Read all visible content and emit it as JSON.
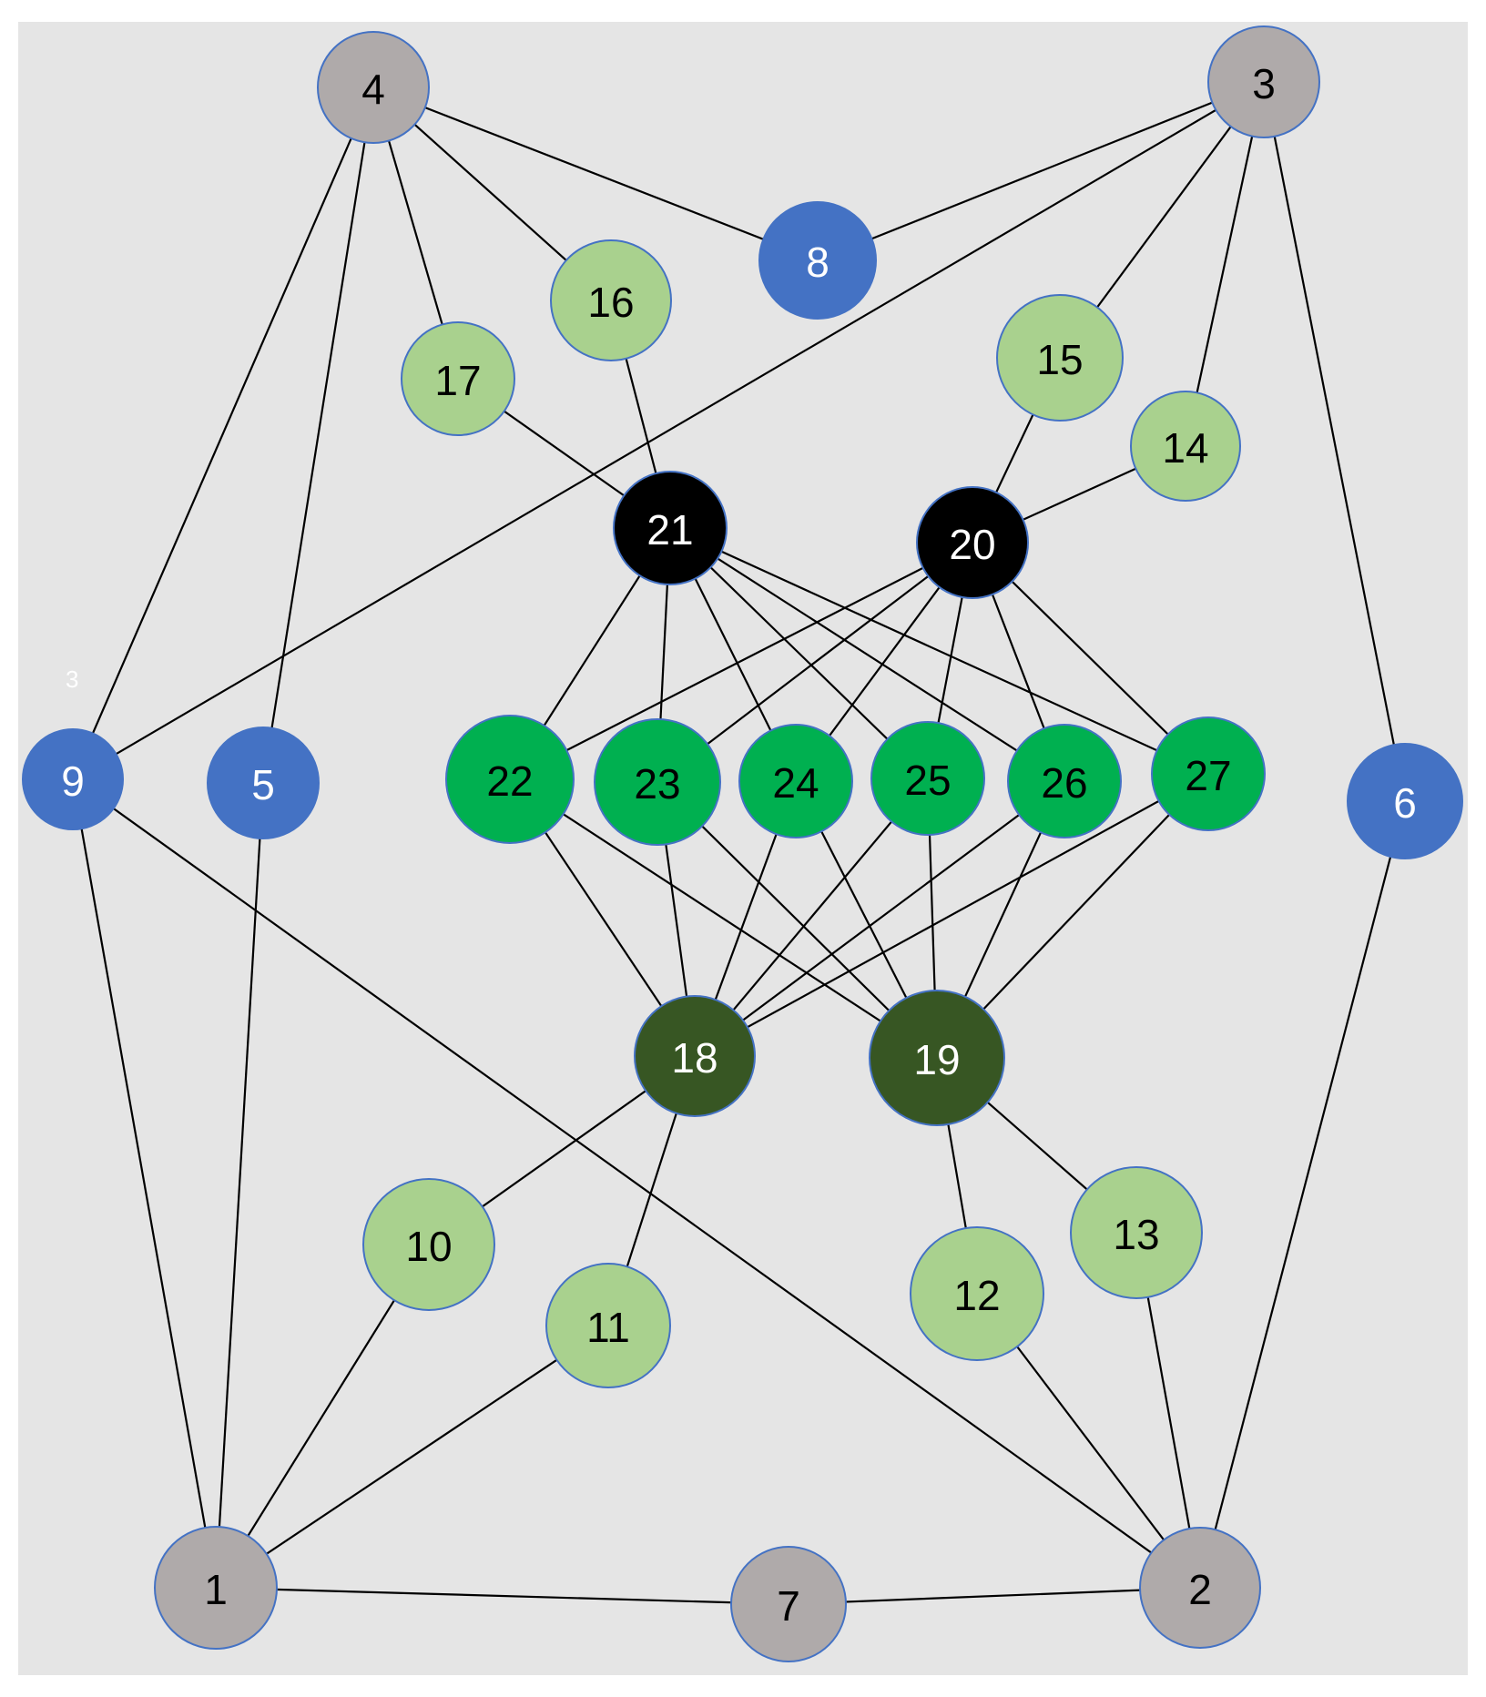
{
  "palette": {
    "background": "#e5e5e5",
    "gray": "#afaaaa",
    "blue": "#4472c4",
    "light_green": "#a9d18e",
    "green": "#00b050",
    "dark_green": "#375623",
    "black": "#000000",
    "node_border": "#4472c4"
  },
  "stray_mark": "3",
  "nodes": [
    {
      "id": "1",
      "label": "1",
      "color": "gray",
      "text": "#000000"
    },
    {
      "id": "2",
      "label": "2",
      "color": "gray",
      "text": "#000000"
    },
    {
      "id": "3",
      "label": "3",
      "color": "gray",
      "text": "#000000"
    },
    {
      "id": "4",
      "label": "4",
      "color": "gray",
      "text": "#000000"
    },
    {
      "id": "5",
      "label": "5",
      "color": "blue",
      "text": "#ffffff"
    },
    {
      "id": "6",
      "label": "6",
      "color": "blue",
      "text": "#ffffff"
    },
    {
      "id": "7",
      "label": "7",
      "color": "gray",
      "text": "#000000"
    },
    {
      "id": "8",
      "label": "8",
      "color": "blue",
      "text": "#ffffff"
    },
    {
      "id": "9",
      "label": "9",
      "color": "blue",
      "text": "#ffffff"
    },
    {
      "id": "10",
      "label": "10",
      "color": "light_green",
      "text": "#000000"
    },
    {
      "id": "11",
      "label": "11",
      "color": "light_green",
      "text": "#000000"
    },
    {
      "id": "12",
      "label": "12",
      "color": "light_green",
      "text": "#000000"
    },
    {
      "id": "13",
      "label": "13",
      "color": "light_green",
      "text": "#000000"
    },
    {
      "id": "14",
      "label": "14",
      "color": "light_green",
      "text": "#000000"
    },
    {
      "id": "15",
      "label": "15",
      "color": "light_green",
      "text": "#000000"
    },
    {
      "id": "16",
      "label": "16",
      "color": "light_green",
      "text": "#000000"
    },
    {
      "id": "17",
      "label": "17",
      "color": "light_green",
      "text": "#000000"
    },
    {
      "id": "18",
      "label": "18",
      "color": "dark_green",
      "text": "#ffffff"
    },
    {
      "id": "19",
      "label": "19",
      "color": "dark_green",
      "text": "#ffffff"
    },
    {
      "id": "20",
      "label": "20",
      "color": "black",
      "text": "#ffffff"
    },
    {
      "id": "21",
      "label": "21",
      "color": "black",
      "text": "#ffffff"
    },
    {
      "id": "22",
      "label": "22",
      "color": "green",
      "text": "#000000"
    },
    {
      "id": "23",
      "label": "23",
      "color": "green",
      "text": "#000000"
    },
    {
      "id": "24",
      "label": "24",
      "color": "green",
      "text": "#000000"
    },
    {
      "id": "25",
      "label": "25",
      "color": "green",
      "text": "#000000"
    },
    {
      "id": "26",
      "label": "26",
      "color": "green",
      "text": "#000000"
    },
    {
      "id": "27",
      "label": "27",
      "color": "green",
      "text": "#000000"
    }
  ],
  "edges": [
    [
      "4",
      "17"
    ],
    [
      "4",
      "16"
    ],
    [
      "4",
      "8"
    ],
    [
      "4",
      "9"
    ],
    [
      "4",
      "5"
    ],
    [
      "3",
      "8"
    ],
    [
      "3",
      "15"
    ],
    [
      "3",
      "14"
    ],
    [
      "3",
      "9"
    ],
    [
      "3",
      "6"
    ],
    [
      "17",
      "21"
    ],
    [
      "16",
      "21"
    ],
    [
      "15",
      "20"
    ],
    [
      "14",
      "20"
    ],
    [
      "21",
      "22"
    ],
    [
      "21",
      "23"
    ],
    [
      "21",
      "24"
    ],
    [
      "21",
      "25"
    ],
    [
      "21",
      "26"
    ],
    [
      "21",
      "27"
    ],
    [
      "20",
      "22"
    ],
    [
      "20",
      "23"
    ],
    [
      "20",
      "24"
    ],
    [
      "20",
      "25"
    ],
    [
      "20",
      "26"
    ],
    [
      "20",
      "27"
    ],
    [
      "22",
      "18"
    ],
    [
      "22",
      "19"
    ],
    [
      "23",
      "18"
    ],
    [
      "23",
      "19"
    ],
    [
      "24",
      "18"
    ],
    [
      "24",
      "19"
    ],
    [
      "25",
      "18"
    ],
    [
      "25",
      "19"
    ],
    [
      "26",
      "18"
    ],
    [
      "26",
      "19"
    ],
    [
      "27",
      "18"
    ],
    [
      "27",
      "19"
    ],
    [
      "18",
      "10"
    ],
    [
      "18",
      "11"
    ],
    [
      "19",
      "12"
    ],
    [
      "19",
      "13"
    ],
    [
      "9",
      "1"
    ],
    [
      "9",
      "2"
    ],
    [
      "5",
      "1"
    ],
    [
      "6",
      "2"
    ],
    [
      "10",
      "1"
    ],
    [
      "11",
      "1"
    ],
    [
      "12",
      "2"
    ],
    [
      "13",
      "2"
    ],
    [
      "1",
      "7"
    ],
    [
      "7",
      "2"
    ]
  ]
}
